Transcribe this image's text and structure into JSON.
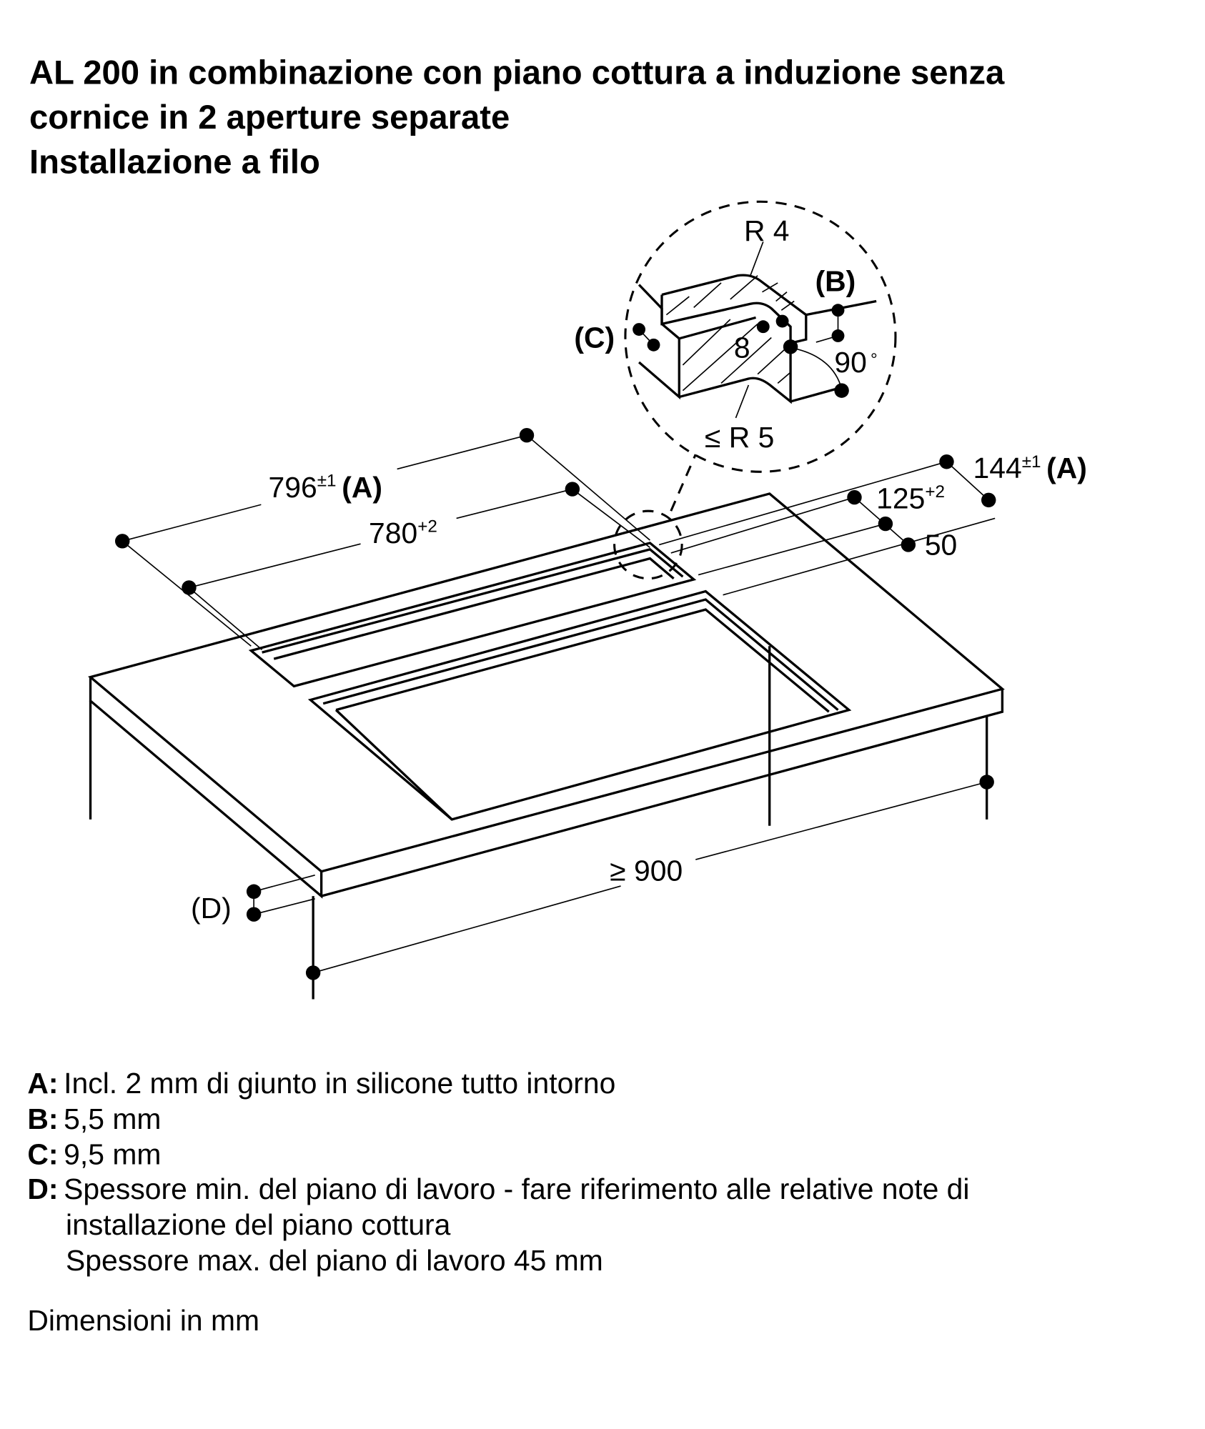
{
  "title": {
    "line1": "AL 200 in combinazione con piano cottura a induzione senza",
    "line2": "cornice in 2 aperture separate",
    "line3": "Installazione a filo"
  },
  "dimensions": {
    "d796": {
      "value": "796",
      "tol": "±1",
      "ref": "(A)"
    },
    "d780": {
      "value": "780",
      "tol": "+2"
    },
    "d144": {
      "value": "144",
      "tol": "±1",
      "ref": "(A)"
    },
    "d125": {
      "value": "125",
      "tol": "+2"
    },
    "d50": "50",
    "d900": "≥ 900",
    "ref_d": "(D)"
  },
  "detail": {
    "r4": "R 4",
    "r5": "≤ R 5",
    "eight": "8",
    "angle": "90",
    "deg": "°",
    "ref_b": "(B)",
    "ref_c": "(C)"
  },
  "legend": [
    {
      "key": "A:",
      "text": "Incl. 2 mm di giunto in silicone tutto intorno"
    },
    {
      "key": "B:",
      "text": "5,5 mm"
    },
    {
      "key": "C:",
      "text": "9,5 mm"
    },
    {
      "key": "D:",
      "text": "Spessore min. del piano di lavoro - fare riferimento alle relative note di",
      "cont1": "installazione del piano cottura",
      "cont2": "Spessore max. del piano di lavoro 45 mm"
    }
  ],
  "units_note": "Dimensioni in mm"
}
